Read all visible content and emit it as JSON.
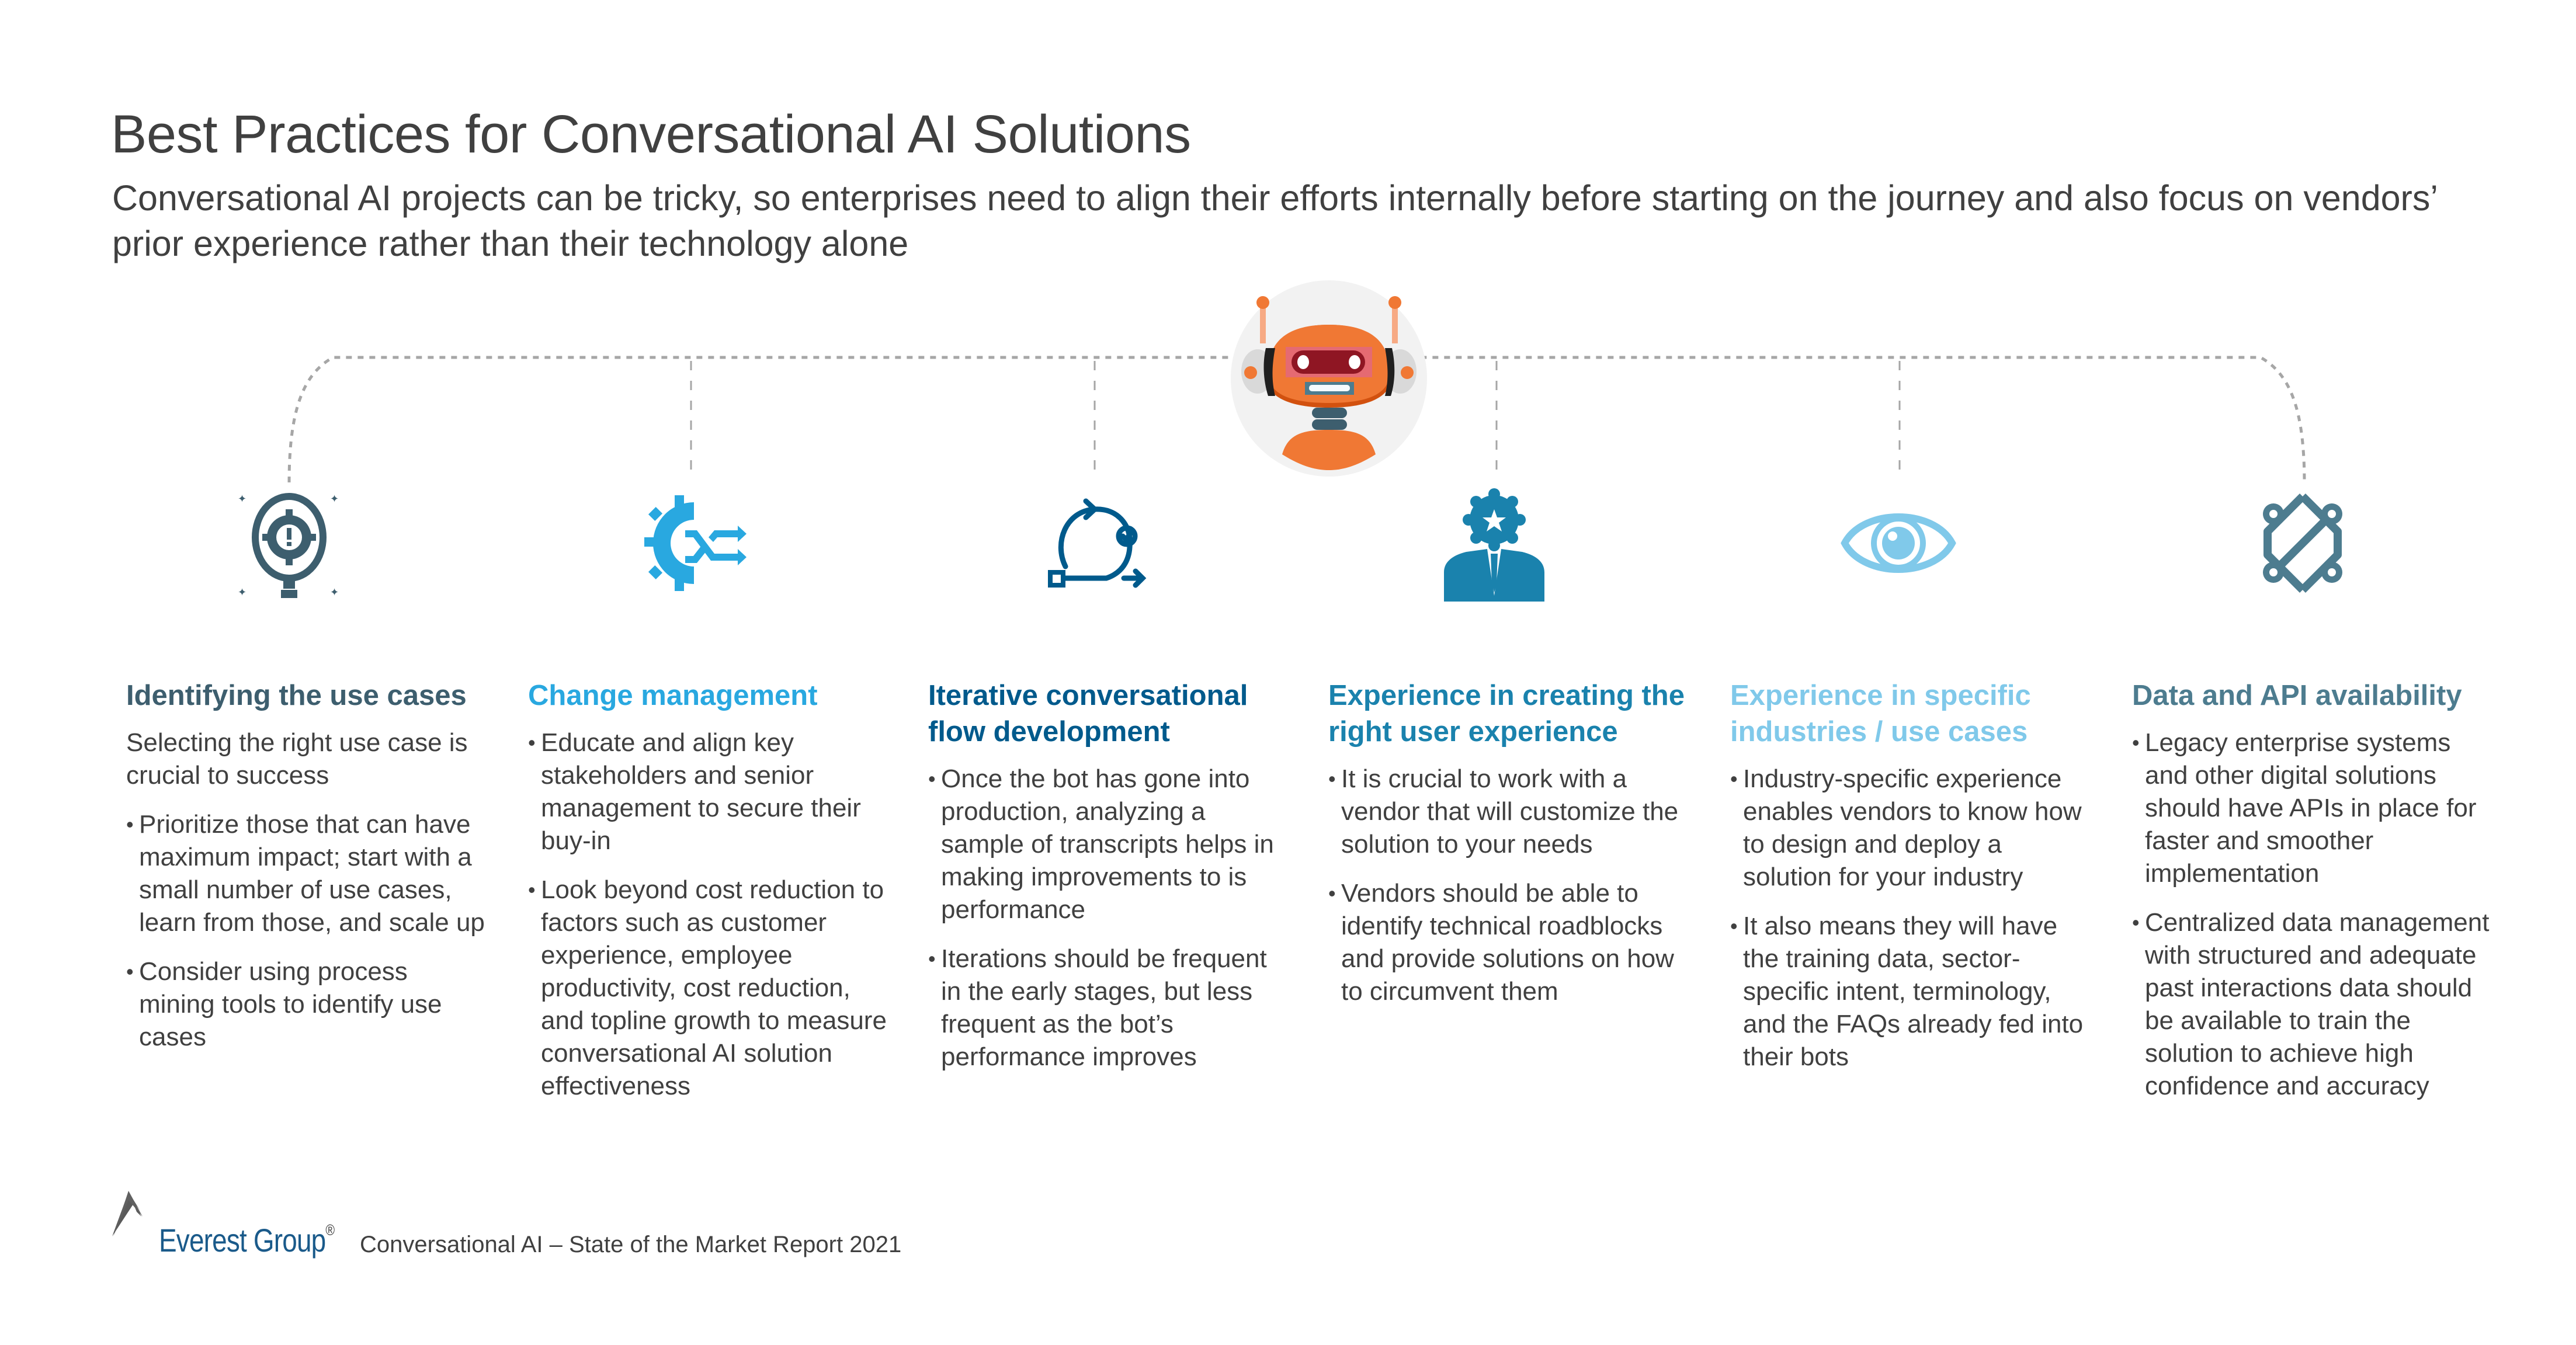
{
  "header": {
    "title": "Best Practices for Conversational AI Solutions",
    "subtitle": "Conversational AI projects can be tricky, so enterprises need to align their efforts internally before starting on the journey and also focus on vendors’ prior experience rather than their technology alone"
  },
  "colors": {
    "text": "#404040",
    "connector": "#a6a6a6",
    "robot_orange": "#f07834",
    "robot_bg": "#f2f2f2",
    "col1": "#3d5e6e",
    "col2": "#29a8e0",
    "col3": "#005a8c",
    "col4": "#1a82ad",
    "col5": "#80c9ea",
    "col6": "#4d7c8f",
    "logo_blue": "#1a5a8a"
  },
  "center_icon": "chatbot-robot-icon",
  "columns": [
    {
      "icon": "lightbulb-gear-alert-icon",
      "heading": "Identifying the use cases",
      "lead": "Selecting the right use case is crucial to success",
      "bullets": [
        "Prioritize those that can have maximum impact; start with a small number of use cases, learn from those, and scale up",
        "Consider using process mining tools to identify use cases"
      ]
    },
    {
      "icon": "gear-exchange-arrows-icon",
      "heading": "Change management",
      "bullets": [
        "Educate and align key stakeholders and senior management to secure their buy-in",
        "Look beyond cost reduction to factors such as customer experience, employee productivity, cost reduction, and topline growth to measure conversational AI solution effectiveness"
      ]
    },
    {
      "icon": "iterative-cycle-arrows-icon",
      "heading": "Iterative conversational flow development",
      "bullets": [
        "Once the bot has gone into production, analyzing a sample of transcripts helps in making improvements to is performance",
        "Iterations should be frequent in the early stages, but less frequent as the bot’s performance improves"
      ]
    },
    {
      "icon": "expert-person-badge-icon",
      "heading": "Experience in creating the right user experience",
      "bullets": [
        "It is crucial to work with a vendor that will customize the solution to your needs",
        "Vendors should be able to identify technical roadblocks and provide solutions on how to circumvent them"
      ]
    },
    {
      "icon": "eye-icon",
      "heading": "Experience in specific industries / use cases",
      "bullets": [
        "Industry-specific experience enables vendors to know how to design and deploy a solution for your industry",
        "It also means they will have the training data, sector-specific intent, terminology, and the FAQs already fed into their bots"
      ]
    },
    {
      "icon": "api-gear-link-icon",
      "heading": "Data and API availability",
      "bullets": [
        "Legacy enterprise systems and other digital solutions should have APIs in place for faster and smoother implementation",
        "Centralized data management with structured and adequate past interactions data should be available to train the solution to achieve high confidence and accuracy"
      ]
    }
  ],
  "footer": {
    "logo_text": "Everest Group",
    "registered": "®",
    "report": "Conversational AI – State of the Market Report 2021"
  }
}
